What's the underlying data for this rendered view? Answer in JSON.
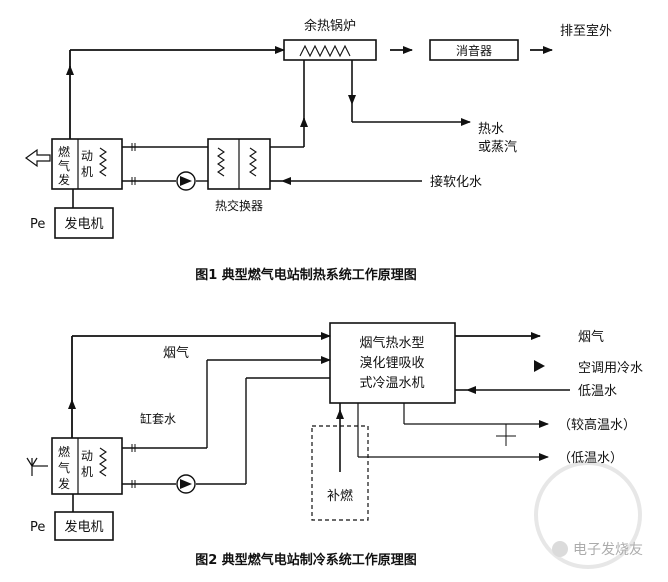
{
  "figure1": {
    "caption": "图1 典型燃气电站制热系统工作原理图",
    "labels": {
      "boiler": "余热锅炉",
      "muffler": "消音器",
      "exhaust_outdoor": "排至室外",
      "hot_water_steam_1": "热水",
      "hot_water_steam_2": "或蒸汽",
      "softened_water": "接软化水",
      "heat_exchanger": "热交换器",
      "engine_1": "燃",
      "engine_2": "气",
      "engine_3": "发",
      "engine_4": "动",
      "engine_5": "机",
      "generator": "发电机",
      "pe": "Pe"
    }
  },
  "figure2": {
    "caption": "图2 典型燃气电站制冷系统工作原理图",
    "labels": {
      "chiller_1": "烟气热水型",
      "chiller_2": "溴化锂吸收",
      "chiller_3": "式冷温水机",
      "flue_gas_in": "烟气",
      "jacket_water": "缸套水",
      "flue_gas_out": "烟气",
      "ac_chilled_water": "空调用冷水",
      "low_temp_water_in": "低温水",
      "higher_temp_water": "（较高温水）",
      "low_temp_water_out": "（低温水）",
      "afterburner": "补燃",
      "engine_1": "燃",
      "engine_2": "气",
      "engine_3": "发",
      "engine_4": "动",
      "engine_5": "机",
      "generator": "发电机",
      "pe": "Pe"
    }
  },
  "watermark": "电子发烧友"
}
